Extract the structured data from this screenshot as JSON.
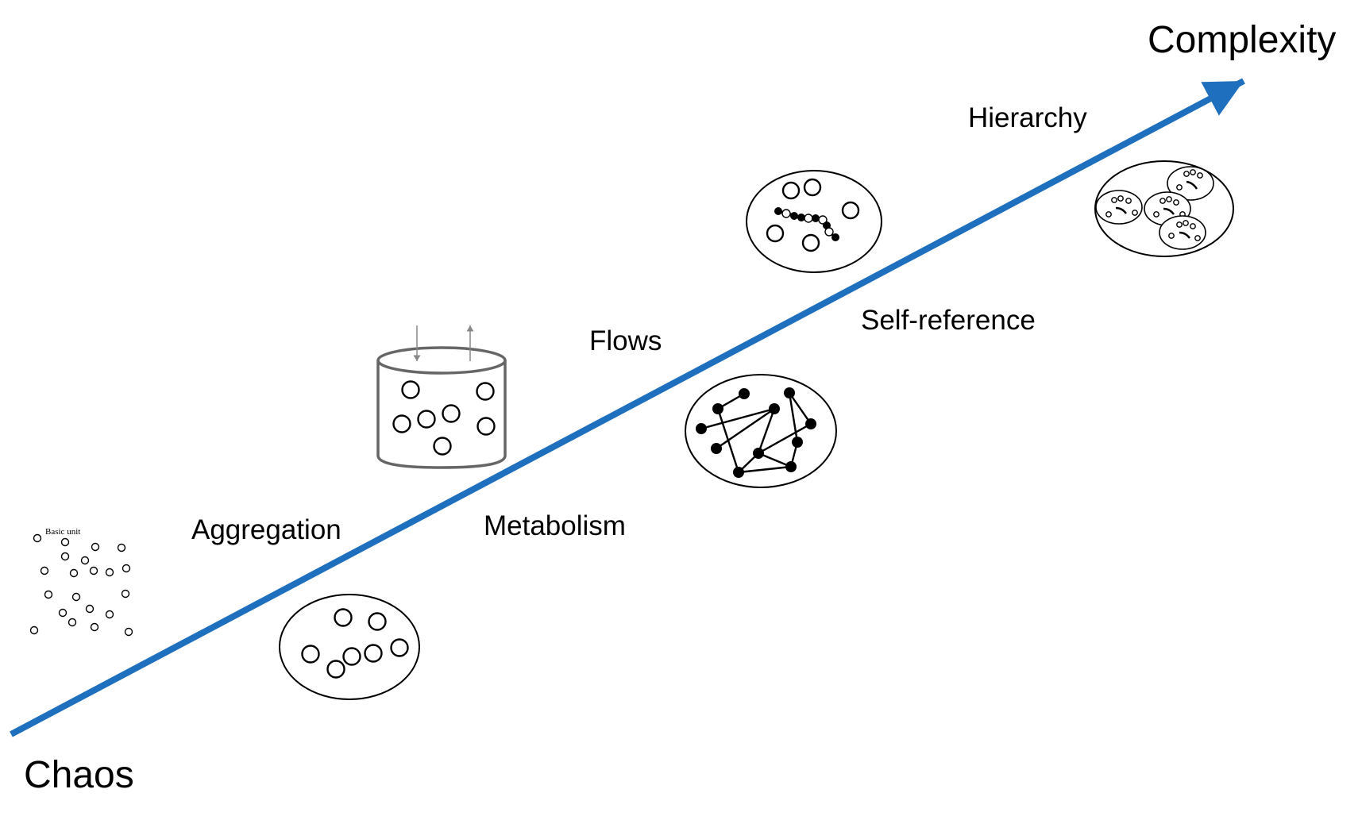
{
  "labels": {
    "start": "Chaos",
    "end": "Complexity",
    "basic_unit": "Basic unit"
  },
  "stages": [
    "Aggregation",
    "Flows",
    "Metabolism",
    "Self-reference",
    "Hierarchy"
  ],
  "colors": {
    "axis_arrow": "#1f6fbf",
    "ink": "#000000",
    "cylinder_stroke": "#666666",
    "flow_arrow": "#888888"
  }
}
